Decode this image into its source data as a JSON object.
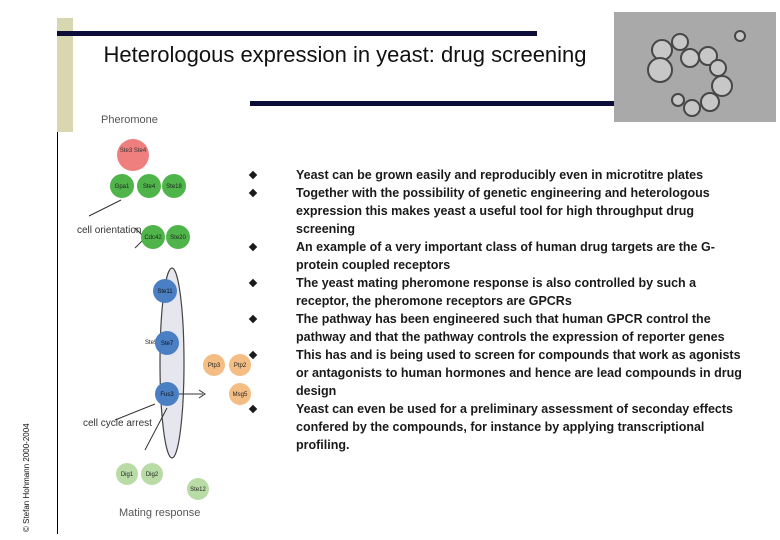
{
  "slide": {
    "title": "Heterologous expression in yeast: drug screening",
    "copyright": "© Stefan Hohmann 2000-2004"
  },
  "diagram": {
    "labels": {
      "pheromone": "Pheromone",
      "cell_orientation": "cell orientation",
      "cell_cycle_arrest": "cell cycle arrest",
      "mating_response": "Mating response"
    },
    "nodes": {
      "ste3_ste4": "Ste3 Ste4",
      "gpa1": "Gpa1",
      "ste4": "Ste4",
      "ste18": "Ste18",
      "cdc42": "Cdc42",
      "ste20": "Ste20",
      "ste11": "Ste11",
      "ste5": "Ste5",
      "ste7": "Ste7",
      "fus3": "Fus3",
      "ptp3": "Ptp3",
      "ptp2": "Ptp2",
      "msg5": "Msg5",
      "dig1": "Dig1",
      "dig2": "Dig2",
      "ste12": "Ste12"
    },
    "colors": {
      "receptor": "#ef7f7f",
      "gprotein": "#4fb54a",
      "kinase": "#4a7fc4",
      "phosphatase": "#f3bd83",
      "transcription": "#b9dca7"
    }
  },
  "bullets": [
    "Yeast can be grown easily and reproducibly even in microtitre plates",
    "Together with the possibility of genetic engineering and heterologous expression this makes yeast a useful tool for high throughput drug screening",
    "An example of a very important class of human drug targets are the G-protein coupled receptors",
    "The yeast mating pheromone response is also controlled by such a receptor, the pheromone receptors are GPCRs",
    "The pathway has been engineered such that human GPCR control the pathway and that the pathway controls the expression of reporter genes",
    "This has and is being used to screen for compounds that work as agonists or antagonists to human hormones and hence are lead compounds in drug design",
    "Yeast can even be used for a preliminary assessment of seconday effects confered by the compounds, for instance by applying transcriptional profiling."
  ]
}
